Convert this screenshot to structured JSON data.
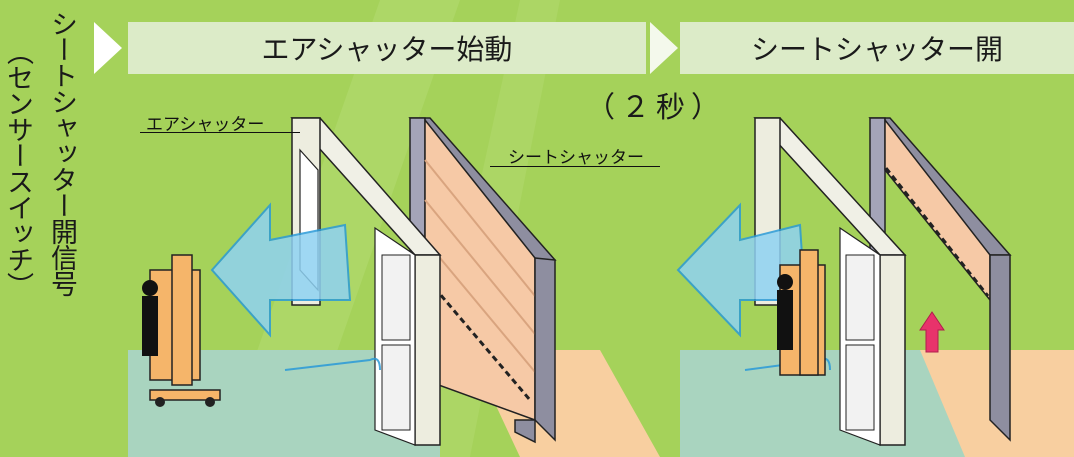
{
  "side_signal": {
    "main": "シートシャッター開信号",
    "sub": "（センサースイッチ）"
  },
  "steps": [
    {
      "label": "エアシャッター始動"
    },
    {
      "label": "シートシャッター開"
    }
  ],
  "timing": "（２秒）",
  "labels": {
    "air_shutter": "エアシャッター",
    "sheet_shutter": "シートシャッター"
  },
  "colors": {
    "background": "#a5d25a",
    "banner": "#dcebc8",
    "floor": "#a9d4bf",
    "outside_floor": "#f8cfa0",
    "sheet": "#f6c9a6",
    "air_flow": "#8fd2f2",
    "up_arrow": "#e8336b"
  }
}
